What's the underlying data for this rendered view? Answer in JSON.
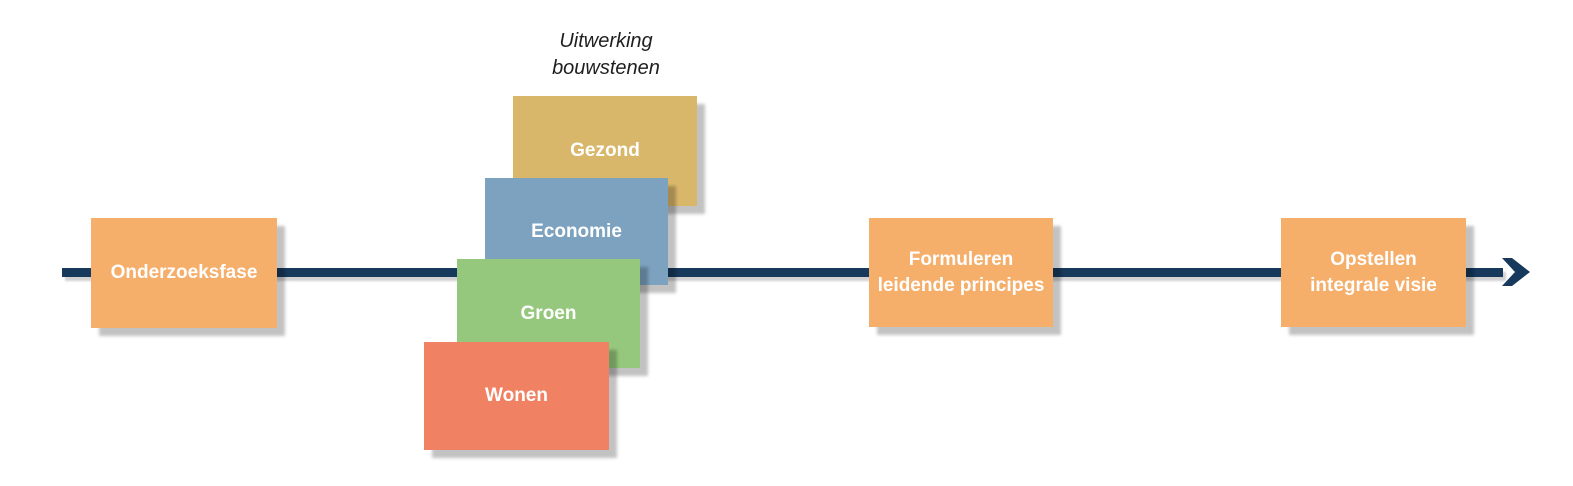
{
  "diagram": {
    "title": {
      "full": "Uitwerking bouwstenen",
      "line1": "Uitwerking",
      "line2": "bouwstenen"
    },
    "timeline": {
      "color": "#17395C",
      "direction": "left-to-right"
    },
    "stages": [
      {
        "label": "Onderzoeksfase",
        "lines": [
          "Onderzoeksfase"
        ],
        "color": "#F6AE6B"
      },
      {
        "label": "Formuleren leidende principes",
        "lines": [
          "Formuleren",
          "leidende principes"
        ],
        "color": "#F6AE6B"
      },
      {
        "label": "Opstellen integrale visie",
        "lines": [
          "Opstellen",
          "integrale visie"
        ],
        "color": "#F6AE6B"
      }
    ],
    "bouwstenen": [
      {
        "label": "Gezond",
        "color": "#D9B76A"
      },
      {
        "label": "Economie",
        "color": "#7CA2BF"
      },
      {
        "label": "Groen",
        "color": "#95C87C"
      },
      {
        "label": "Wonen",
        "color": "#F08163"
      }
    ],
    "colors": {
      "background": "#FFFFFF",
      "label_text": "#FFFFFF",
      "title_text": "#1F1F1F",
      "shadow": "rgba(0,0,0,0.24)"
    }
  }
}
